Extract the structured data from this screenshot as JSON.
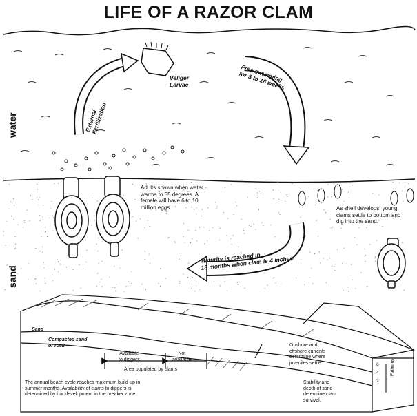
{
  "title": "LIFE OF A RAZOR CLAM",
  "zones": {
    "water": "water",
    "sand": "sand"
  },
  "labels": {
    "veliger_larvae": "Veliger\nLarvae",
    "external_fertilization": "External\nFertilization",
    "free_swimming": "Free swimming\nfor 5 to 16 weeks",
    "adults_spawn": "Adults spawn when water warms to 55 degrees.  A female will have 6 to 10 million eggs.",
    "shell_develops": "As shell develops, young clams settle to bottom and dig into the sand.",
    "maturity": "Maturity is reached in\n18 months when clam is 4 inches"
  },
  "cross_section": {
    "sand": "Sand",
    "compacted": "Compacted sand\nor rock",
    "available": "Available\nto diggers",
    "not_available": "Not\navailable",
    "area_populated": "Area populated by clams",
    "onshore": "Onshore and\noffshore currents\ndetermine where\njuveniles settle.",
    "annual_cycle": "The annual beach cycle reaches maximum build-up in summer months.  Availability of clams to diggers is determined by bar development in the breaker zone.",
    "stability": "Stability and\ndepth of sand\ndetermine clam\nsurvival.",
    "fathoms_label": "Fathoms",
    "fathoms_ticks": [
      "6",
      "4",
      "2"
    ]
  },
  "colors": {
    "ink": "#111111",
    "sand_dots": "#8a8a8a",
    "bg": "#ffffff"
  }
}
